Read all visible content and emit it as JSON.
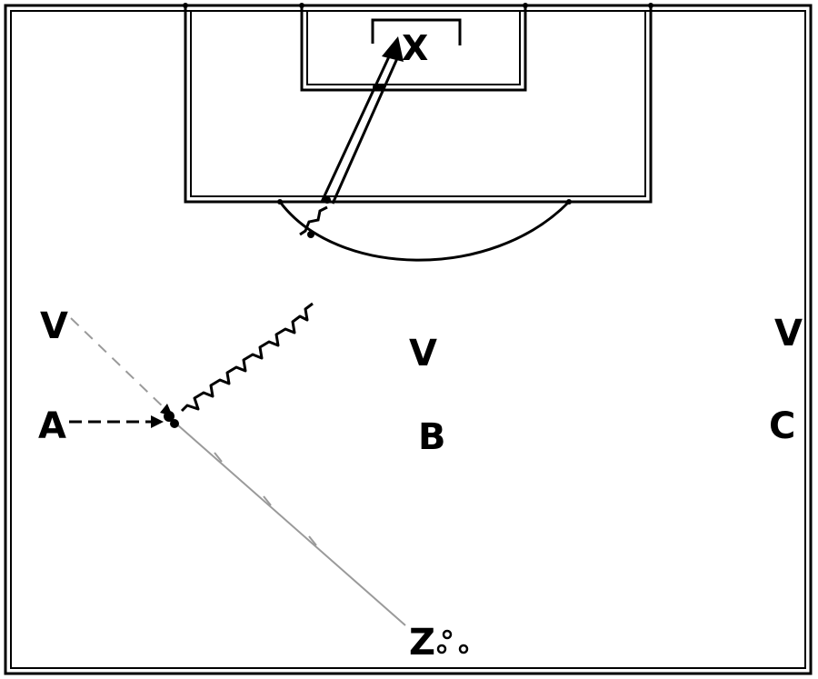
{
  "colors": {
    "lines": "#000000",
    "pass_line": "#9a9a9a",
    "background": "#ffffff"
  },
  "labels": {
    "target": "X",
    "player_a": "A",
    "player_b": "B",
    "player_c": "C",
    "player_z": "Z",
    "defender_left": "V",
    "defender_center": "V",
    "defender_right": "V"
  }
}
